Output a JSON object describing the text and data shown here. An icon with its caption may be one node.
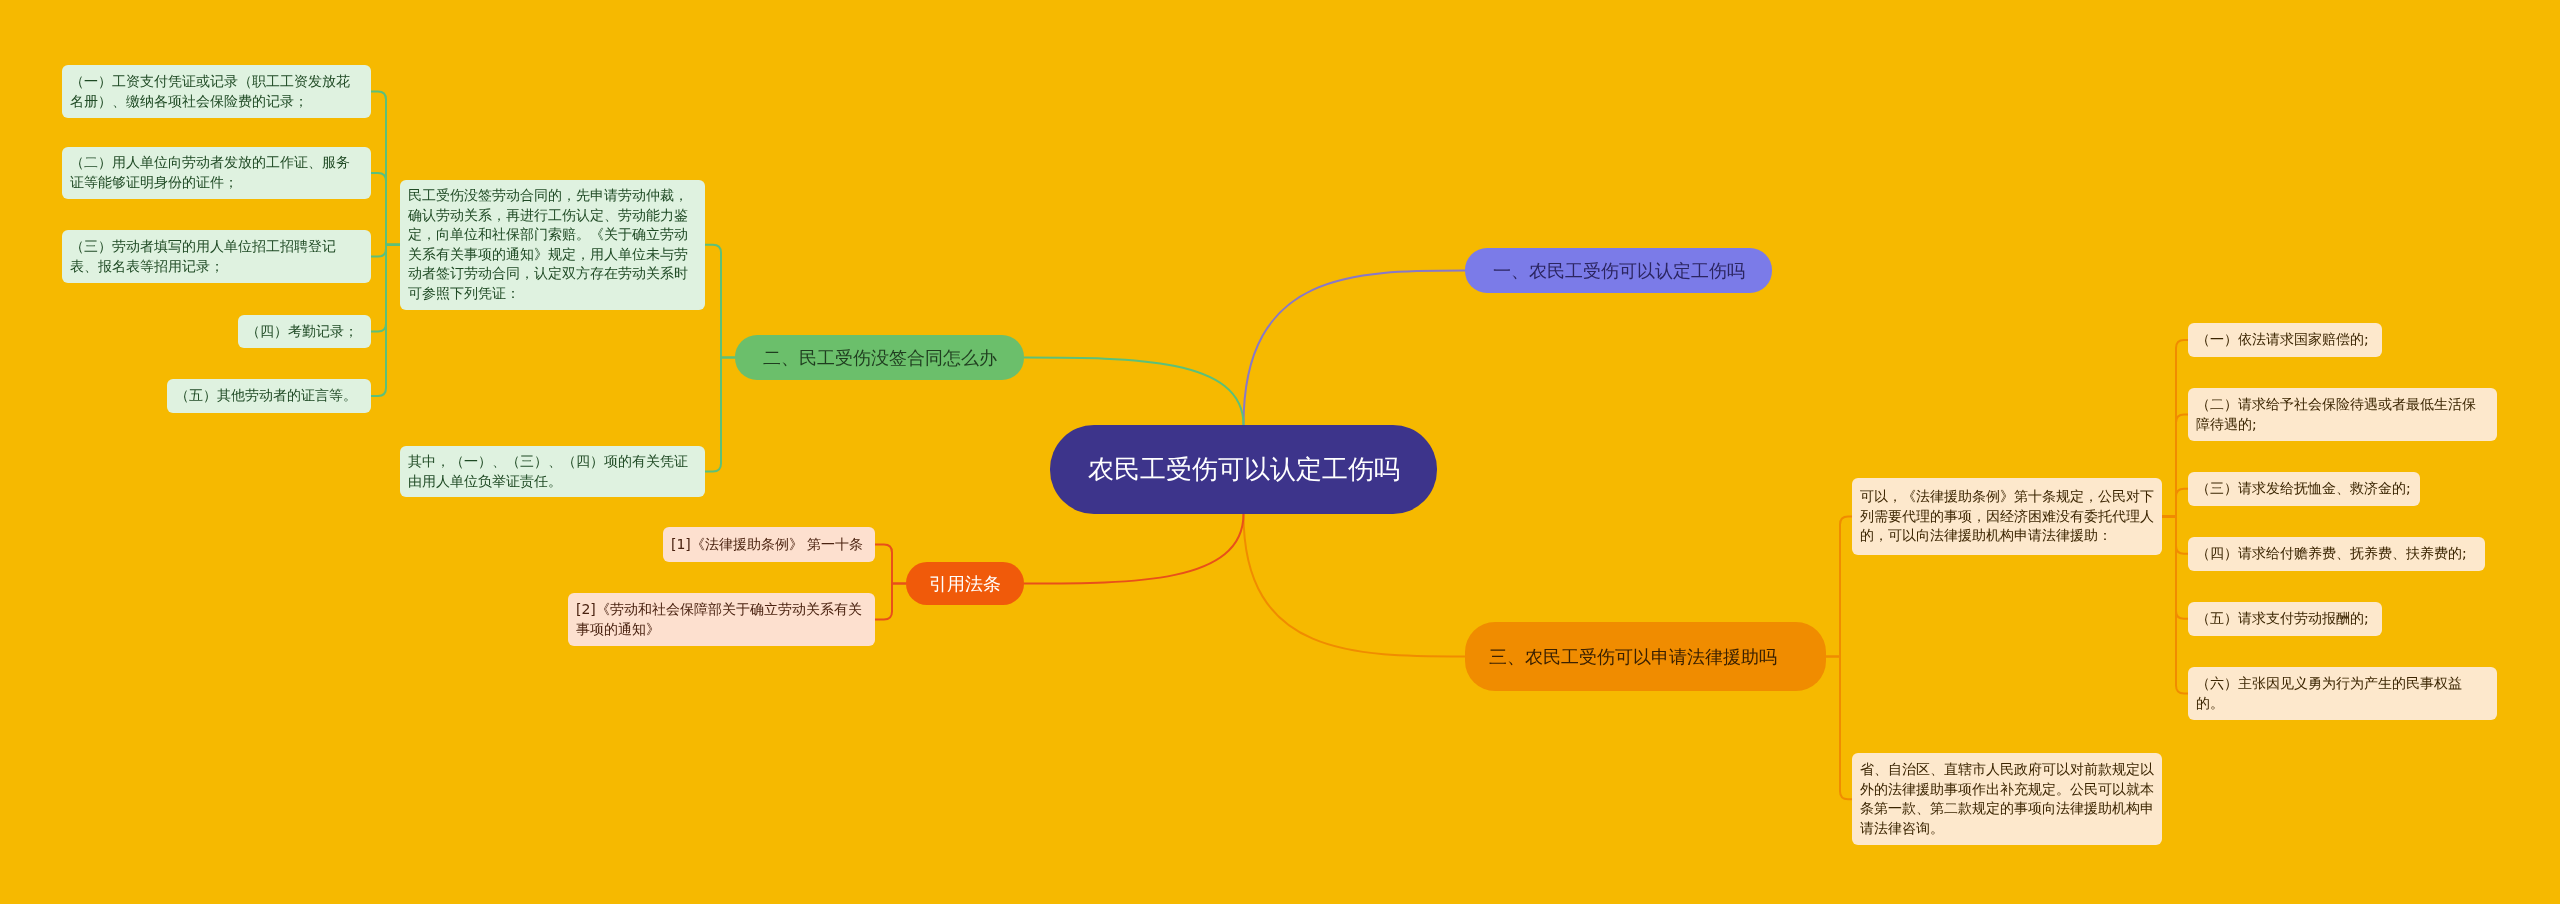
{
  "diagram": {
    "nodes": [
      {
        "text": [
          "农民工受伤可以认定工伤吗"
        ]
      },
      {
        "text": [
          "一、农民工受伤可以认定工伤吗"
        ]
      },
      {
        "text": [
          "二、民工受伤没签合同怎么办"
        ]
      },
      {
        "text": [
          "三、农民工受伤可以申请法律援助吗"
        ]
      },
      {
        "text": [
          "引用法条"
        ]
      },
      {
        "text": [
          "民工受伤没签劳动合同的，先申请劳动仲裁，确认劳动关系，再进行工伤认定、劳动能力鉴定，向单位和社保部门索赔。《关于确立劳动关系有关事项的通知》规定，用人单位未与劳动者签订劳动合同，认定双方存在劳动关系时可参照下列凭证："
        ]
      },
      {
        "text": [
          "其中，（一）、（三）、（四）项的有关凭证由用人单位负举证责任。"
        ]
      },
      {
        "text": [
          "（一）工资支付凭证或记录（职工工资发放花名册）、缴纳各项社会保险费的记录；"
        ]
      },
      {
        "text": [
          "（二）用人单位向劳动者发放的工作证、服务证等能够证明身份的证件；"
        ]
      },
      {
        "text": [
          "（三）劳动者填写的用人单位招工招聘登记表、报名表等招用记录；"
        ]
      },
      {
        "text": [
          "（四）考勤记录；"
        ]
      },
      {
        "text": [
          "（五）其他劳动者的证言等。"
        ]
      },
      {
        "text": [
          "[1]《法律援助条例》 第一十条"
        ]
      },
      {
        "text": [
          "[2]《劳动和社会保障部关于确立劳动关系有关事项的通知》"
        ]
      },
      {
        "text": [
          "可以，《法律援助条例》第十条规定，公民对下列需要代理的事项，因经济困难没有委托代理人的，可以向法律援助机构申请法律援助："
        ]
      },
      {
        "text": [
          "省、自治区、直辖市人民政府可以对前款规定以外的法律援助事项作出补充规定。公民可以就本条第一款、第二款规定的事项向法律援助机构申请法律咨询。"
        ]
      },
      {
        "text": [
          "（一）依法请求国家赔偿的;"
        ]
      },
      {
        "text": [
          "（二）请求给予社会保险待遇或者最低生活保障待遇的;"
        ]
      },
      {
        "text": [
          "（三）请求发给抚恤金、救济金的;"
        ]
      },
      {
        "text": [
          "（四）请求给付赡养费、抚养费、扶养费的;"
        ]
      },
      {
        "text": [
          "（五）请求支付劳动报酬的;"
        ]
      },
      {
        "text": [
          "（六）主张因见义勇为行为产生的民事权益的。"
        ]
      }
    ],
    "edges": [
      {
        "from": 0,
        "to": 1,
        "arrow": "none",
        "color": "#8878c8"
      },
      {
        "from": 0,
        "to": 2,
        "arrow": "none",
        "color": "#5cc07a"
      },
      {
        "from": 0,
        "to": 3,
        "arrow": "none",
        "color": "#f08c00"
      },
      {
        "from": 0,
        "to": 4,
        "arrow": "none",
        "color": "#e8501a"
      },
      {
        "from": 2,
        "to": 5,
        "arrow": "none",
        "color": "#5cc07a"
      },
      {
        "from": 2,
        "to": 6,
        "arrow": "none",
        "color": "#5cc07a"
      },
      {
        "from": 5,
        "to": 7,
        "arrow": "none",
        "color": "#5cc07a"
      },
      {
        "from": 5,
        "to": 8,
        "arrow": "none",
        "color": "#5cc07a"
      },
      {
        "from": 5,
        "to": 9,
        "arrow": "none",
        "color": "#5cc07a"
      },
      {
        "from": 5,
        "to": 10,
        "arrow": "none",
        "color": "#5cc07a"
      },
      {
        "from": 5,
        "to": 11,
        "arrow": "none",
        "color": "#5cc07a"
      },
      {
        "from": 4,
        "to": 12,
        "arrow": "none",
        "color": "#e8501a"
      },
      {
        "from": 4,
        "to": 13,
        "arrow": "none",
        "color": "#e8501a"
      },
      {
        "from": 3,
        "to": 14,
        "arrow": "none",
        "color": "#f08c00"
      },
      {
        "from": 3,
        "to": 15,
        "arrow": "none",
        "color": "#f08c00"
      },
      {
        "from": 14,
        "to": 16,
        "arrow": "none",
        "color": "#f08c00"
      },
      {
        "from": 14,
        "to": 17,
        "arrow": "none",
        "color": "#f08c00"
      },
      {
        "from": 14,
        "to": 18,
        "arrow": "none",
        "color": "#f08c00"
      },
      {
        "from": 14,
        "to": 19,
        "arrow": "none",
        "color": "#f08c00"
      },
      {
        "from": 14,
        "to": 20,
        "arrow": "none",
        "color": "#f08c00"
      },
      {
        "from": 14,
        "to": 21,
        "arrow": "none",
        "color": "#f08c00"
      }
    ]
  }
}
